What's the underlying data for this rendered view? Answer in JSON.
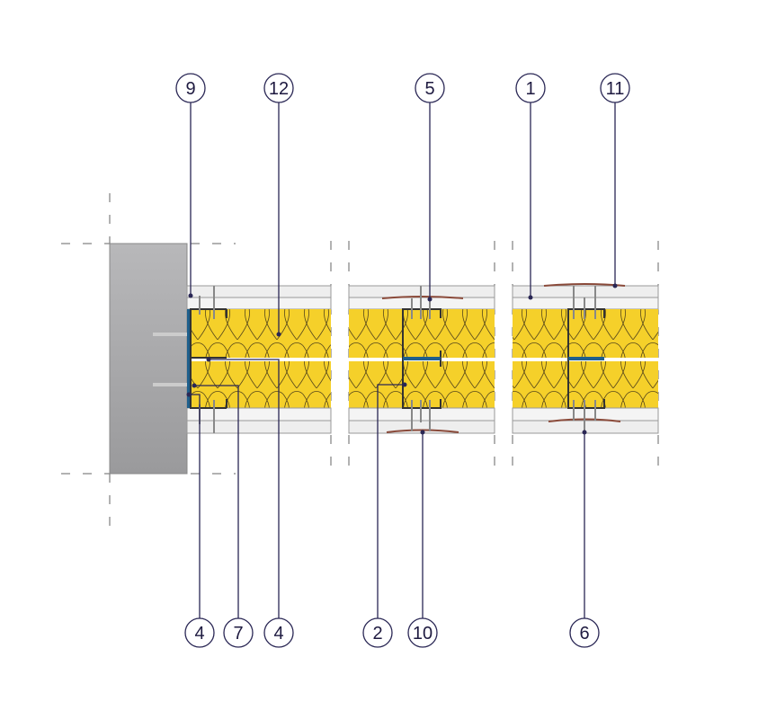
{
  "callouts_top": [
    {
      "label": "9"
    },
    {
      "label": "12"
    },
    {
      "label": "5"
    },
    {
      "label": "1"
    },
    {
      "label": "11"
    }
  ],
  "callouts_bottom": [
    {
      "label": "4"
    },
    {
      "label": "7"
    },
    {
      "label": "4"
    },
    {
      "label": "2"
    },
    {
      "label": "10"
    },
    {
      "label": "6"
    }
  ],
  "colors": {
    "insulation": "#f5d02a",
    "board": "#eeeeee",
    "wall": "#a9a9ab",
    "leader": "#2a2755",
    "seal": "#1e5f8c",
    "profile": "#3a3a3a"
  }
}
